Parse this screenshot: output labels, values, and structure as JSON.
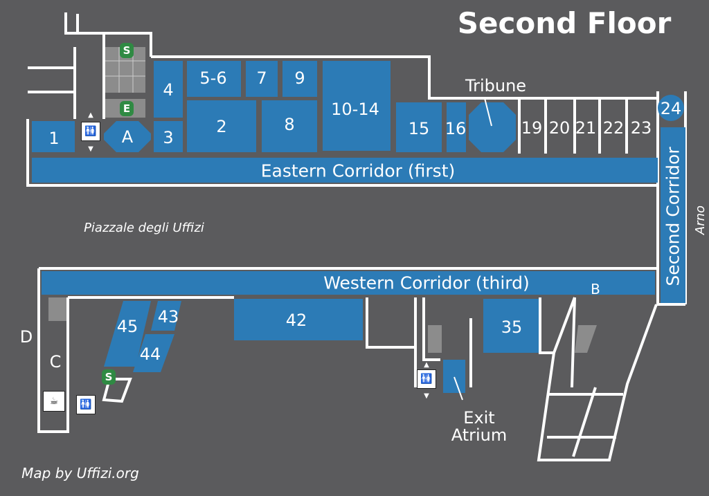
{
  "title": "Second Floor",
  "rooms": {
    "r1": "1",
    "rA": "A",
    "r3": "3",
    "r4": "4",
    "r56": "5-6",
    "r7": "7",
    "r9": "9",
    "r2": "2",
    "r8": "8",
    "r1014": "10-14",
    "r15": "15",
    "r16": "16",
    "r19": "19",
    "r20": "20",
    "r21": "21",
    "r22": "22",
    "r23": "23",
    "r24": "24",
    "r45": "45",
    "r43": "43",
    "r44": "44",
    "r42": "42",
    "r35": "35",
    "rB": "B",
    "rC": "C",
    "rD": "D"
  },
  "labels": {
    "tribune": "Tribune",
    "eastern": "Eastern Corridor (first)",
    "western": "Western Corridor (third)",
    "second": "Second Corridor",
    "arno": "Arno",
    "piazzale": "Piazzale degli Uffizi",
    "exit_line1": "Exit",
    "exit_line2": "Atrium",
    "credit": "Map by Uffizi.org"
  },
  "badges": {
    "s_top": "S",
    "e": "E",
    "s_bottom": "S"
  },
  "icons": [
    "restroom-icon",
    "elevator-icon",
    "cafe-icon",
    "stairs-icon",
    "escalator-icon"
  ],
  "colors": {
    "background": "#5b5b5d",
    "room": "#2c7bb6",
    "wall": "#ffffff",
    "badge": "#2f8a43"
  }
}
